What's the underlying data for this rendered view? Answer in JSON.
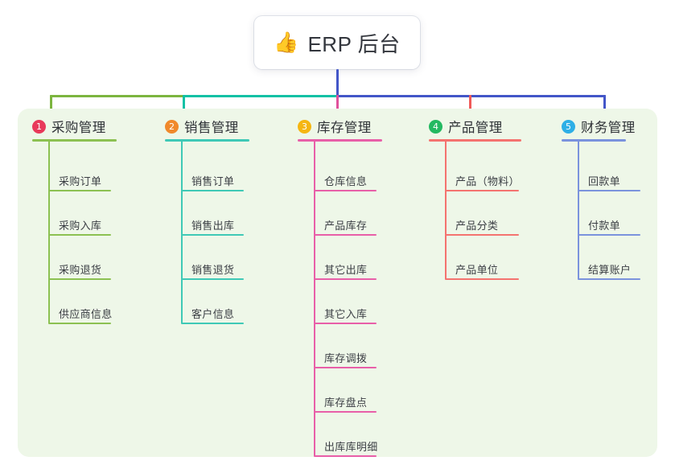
{
  "diagram": {
    "type": "mindmap-tree",
    "root": {
      "icon": "thumbs-up-icon",
      "emoji": "👍",
      "title": "ERP 后台"
    },
    "panel_color": "#eef7e8",
    "connector_colors": {
      "trunk": "#4356c8",
      "segment_left": "#7cb53f",
      "segment_mid": "#12c1a5",
      "segment_right": "#4356c8"
    },
    "branches": [
      {
        "number": "1",
        "title": "采购管理",
        "badge_color": "#e8395a",
        "line_color": "#8cc152",
        "stem_color": "#7cb53f",
        "items": [
          "采购订单",
          "采购入库",
          "采购退货",
          "供应商信息"
        ]
      },
      {
        "number": "2",
        "title": "销售管理",
        "badge_color": "#f0892b",
        "line_color": "#3fc9b6",
        "stem_color": "#12c1a5",
        "items": [
          "销售订单",
          "销售出库",
          "销售退货",
          "客户信息"
        ]
      },
      {
        "number": "3",
        "title": "库存管理",
        "badge_color": "#f5b612",
        "line_color": "#e85fa8",
        "stem_color": "#e0519b",
        "items": [
          "仓库信息",
          "产品库存",
          "其它出库",
          "其它入库",
          "库存调拨",
          "库存盘点",
          "出库库明细"
        ]
      },
      {
        "number": "4",
        "title": "产品管理",
        "badge_color": "#23b961",
        "line_color": "#f4736f",
        "stem_color": "#f05a58",
        "items": [
          "产品（物料）",
          "产品分类",
          "产品单位"
        ]
      },
      {
        "number": "5",
        "title": "财务管理",
        "badge_color": "#2eafe6",
        "line_color": "#7b93dd",
        "stem_color": "#4356c8",
        "items": [
          "回款单",
          "付款单",
          "结算账户"
        ]
      }
    ]
  }
}
